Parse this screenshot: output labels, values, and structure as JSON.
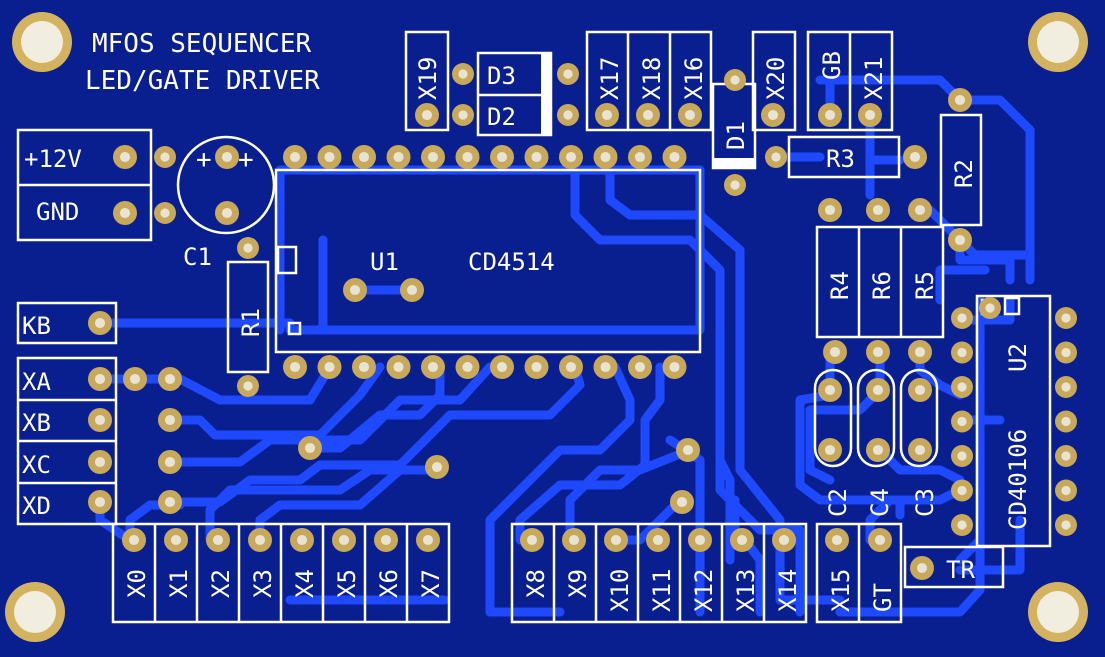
{
  "title_line1": "MFOS SEQUENCER",
  "title_line2": "LED/GATE DRIVER",
  "power": {
    "v12": "+12V",
    "gnd": "GND"
  },
  "c1": {
    "label": "C1",
    "plus": "+",
    "plus2": "+"
  },
  "u1": {
    "ref": "U1",
    "part": "CD4514"
  },
  "r1": "R1",
  "inputs": {
    "kb": "KB",
    "xa": "XA",
    "xb": "XB",
    "xc": "XC",
    "xd": "XD"
  },
  "top_labels": {
    "x19": "X19",
    "d3": "D3",
    "d2": "D2",
    "x17": "X17",
    "x18": "X18",
    "x16": "X16",
    "d1": "D1",
    "x20": "X20",
    "gb": "GB",
    "x21": "X21"
  },
  "resistors": {
    "r2": "R2",
    "r3": "R3",
    "r4": "R4",
    "r6": "R6",
    "r5": "R5"
  },
  "caps": {
    "c2": "C2",
    "c4": "C4",
    "c3": "C3"
  },
  "u2": {
    "ref": "U2",
    "part": "CD40106"
  },
  "tr": "TR",
  "bottom_left": [
    "X0",
    "X1",
    "X2",
    "X3",
    "X4",
    "X5",
    "X6",
    "X7"
  ],
  "bottom_mid": [
    "X8",
    "X9",
    "X10",
    "X11",
    "X12",
    "X13",
    "X14"
  ],
  "bottom_right": [
    "X15",
    "GT"
  ]
}
